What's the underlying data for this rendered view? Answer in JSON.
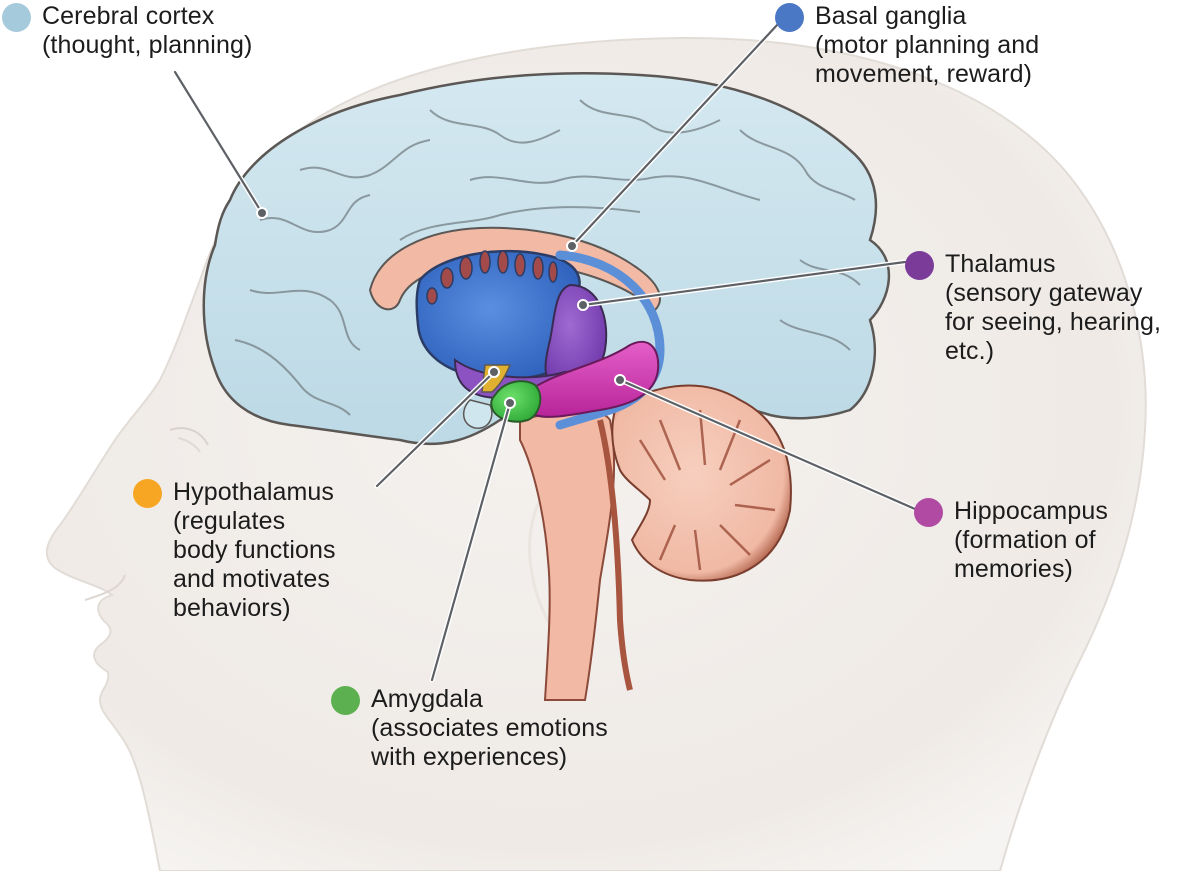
{
  "figure": {
    "subject": "Human brain, sagittal view inside head profile",
    "labels": [
      {
        "id": "cerebral-cortex",
        "title": "Cerebral cortex",
        "desc": [
          "(thought, planning)"
        ],
        "color": "#a5cadb"
      },
      {
        "id": "basal-ganglia",
        "title": "Basal ganglia",
        "desc": [
          "(motor planning and",
          "movement, reward)"
        ],
        "color": "#4a78c4"
      },
      {
        "id": "thalamus",
        "title": "Thalamus",
        "desc": [
          "(sensory gateway",
          "for seeing, hearing,",
          "etc.)"
        ],
        "color": "#7a3c98"
      },
      {
        "id": "hippocampus",
        "title": "Hippocampus",
        "desc": [
          "(formation of",
          "memories)"
        ],
        "color": "#b04aa2"
      },
      {
        "id": "hypothalamus",
        "title": "Hypothalamus",
        "desc": [
          "(regulates",
          "body functions",
          "and motivates",
          "behaviors)"
        ],
        "color": "#f6a623"
      },
      {
        "id": "amygdala",
        "title": "Amygdala",
        "desc": [
          "(associates emotions",
          "with experiences)"
        ],
        "color": "#5cb04f"
      }
    ],
    "region_colors": {
      "cortex": "#c9e2ec",
      "cortex_shade": "#a9cadb",
      "skin": "#f1ede9",
      "tissue_pink": "#f2b9a5",
      "cerebellum": "#f4c4b2",
      "cerebellum_dark": "#a8553f",
      "basal_ganglia": "#3f74cf",
      "thalamus": "#8c52c2",
      "hippocampus": "#d43fb4",
      "amygdala": "#3fc04a",
      "hypothalamus": "#e0b030",
      "leader_line": "#5d6166"
    }
  }
}
